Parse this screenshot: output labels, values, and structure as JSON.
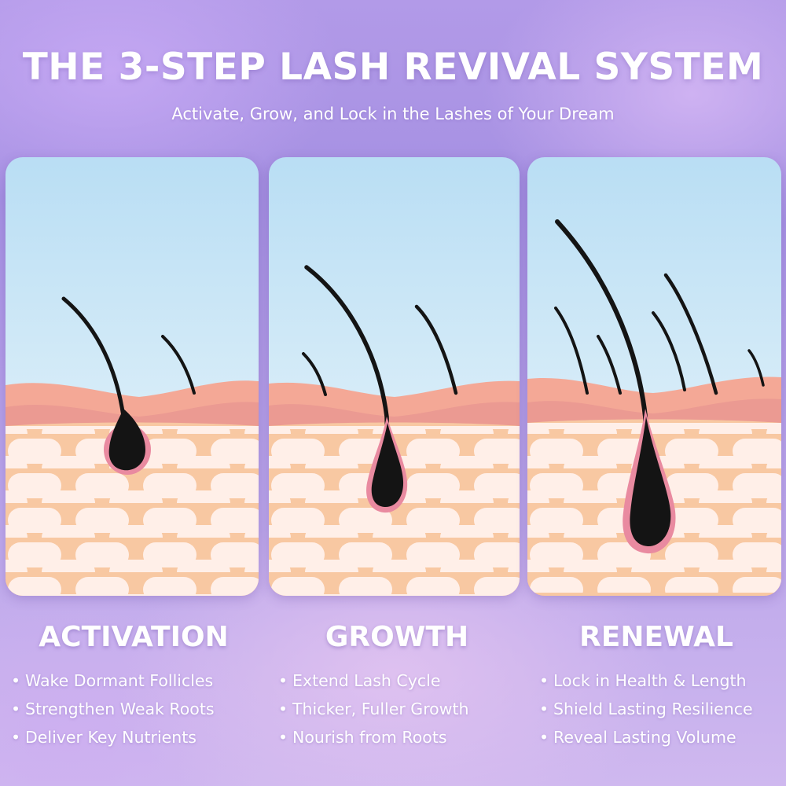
{
  "header": {
    "title": "THE 3-STEP LASH REVIVAL SYSTEM",
    "subtitle": "Activate, Grow, and Lock in the Lashes of Your Dream"
  },
  "steps": [
    {
      "title": "ACTIVATION",
      "bullets": [
        "Wake Dormant Follicles",
        "Strengthen Weak Roots",
        "Deliver Key Nutrients"
      ]
    },
    {
      "title": "GROWTH",
      "bullets": [
        "Extend Lash Cycle",
        "Thicker, Fuller Growth",
        "Nourish from Roots"
      ]
    },
    {
      "title": "RENEWAL",
      "bullets": [
        "Lock in Health & Length",
        "Shield Lasting Resilience",
        "Reveal Lasting Volume"
      ]
    }
  ],
  "bullet_glyph": "•",
  "colors": {
    "sky_top": "#b9def4",
    "sky_bottom": "#eef7fb",
    "skin_surface": "#f3a592",
    "tissue": "#f8c8a2",
    "cell": "#fff0ea",
    "lash": "#141414",
    "follicle_rim": "#e98aa0"
  }
}
